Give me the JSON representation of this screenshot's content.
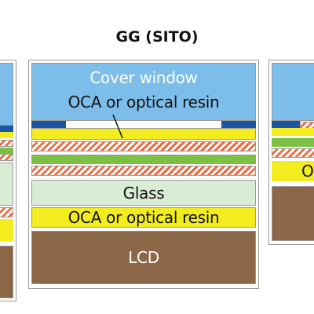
{
  "diagram": {
    "title": "GG (SITO)",
    "layers": {
      "cover_window": "Cover window",
      "oca_top": "OCA or optical resin",
      "glass": "Glass",
      "oca_bottom": "OCA or optical resin",
      "lcd": "LCD"
    },
    "right_panel_partial_label": "O"
  },
  "colors": {
    "cover_window": "#7dbde9",
    "oca": "#f3ec1f",
    "ink": "#1b55a3",
    "sensor_hatch": "#ec6b3f",
    "insulator": "#7bc142",
    "glass": "#d9ecd6",
    "lcd": "#8b6647"
  }
}
